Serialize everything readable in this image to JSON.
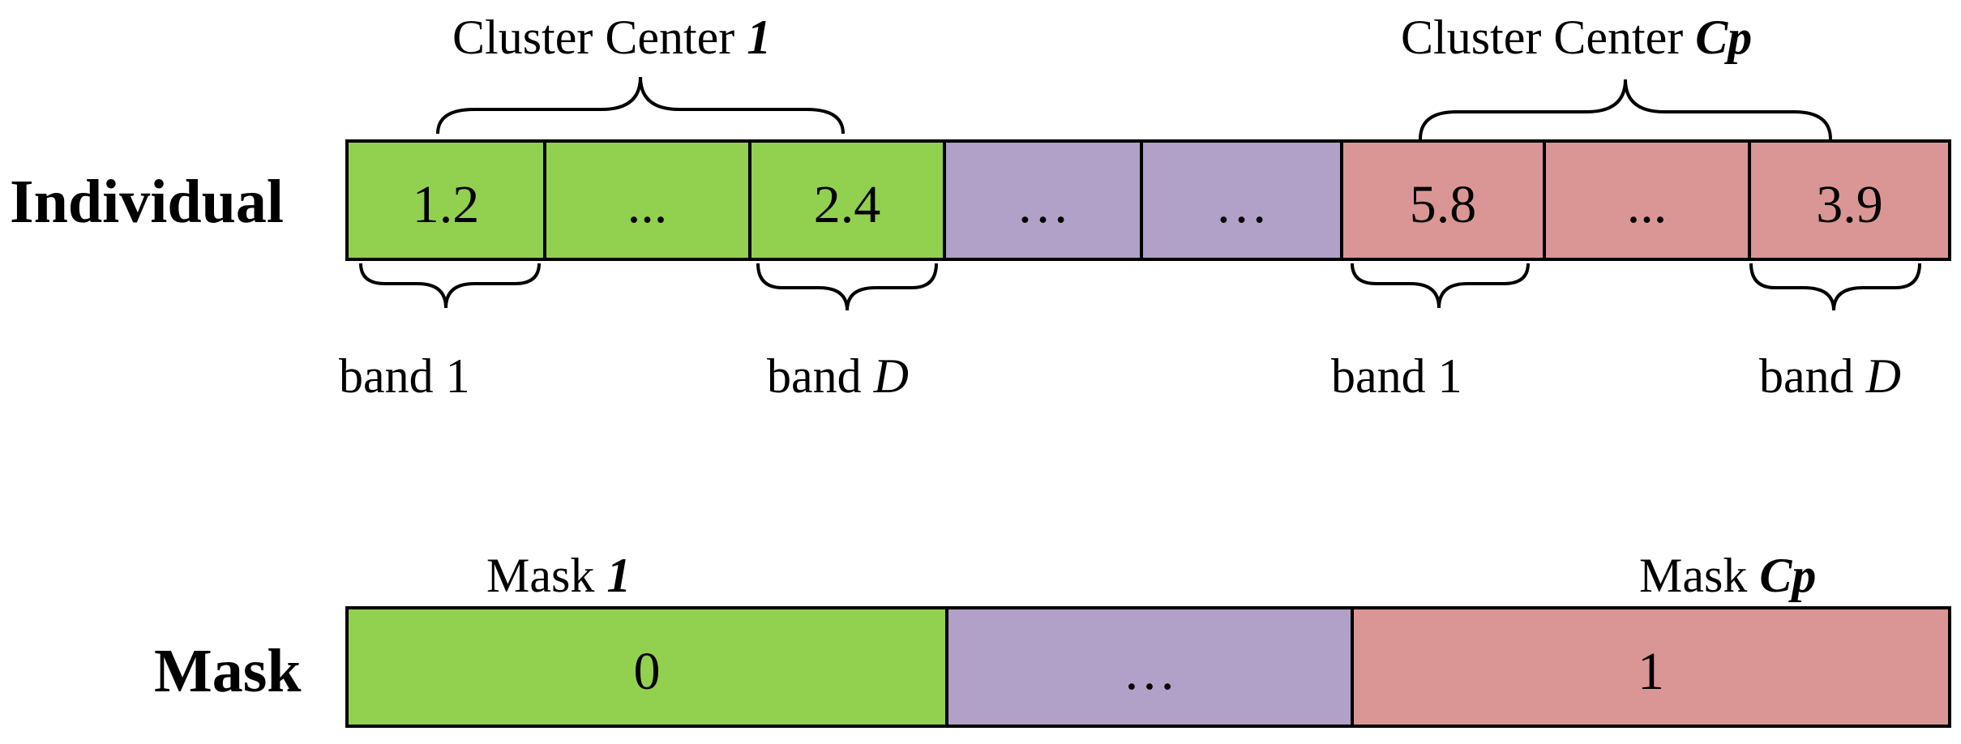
{
  "colors": {
    "green": "#92d050",
    "purple": "#b1a0c7",
    "red": "#da9694",
    "outline": "#000000"
  },
  "individual": {
    "row_label": "Individual",
    "cells": [
      {
        "text": "1.2",
        "color": "green"
      },
      {
        "text": "...",
        "color": "green"
      },
      {
        "text": "2.4",
        "color": "green"
      },
      {
        "text": "…",
        "color": "purple"
      },
      {
        "text": "…",
        "color": "purple"
      },
      {
        "text": "5.8",
        "color": "red"
      },
      {
        "text": "...",
        "color": "red"
      },
      {
        "text": "3.9",
        "color": "red"
      }
    ],
    "cluster_first": {
      "prefix": "Cluster Center ",
      "id": "1"
    },
    "cluster_last": {
      "prefix": "Cluster Center ",
      "id": "Cp"
    },
    "band_labels": [
      {
        "prefix": "band ",
        "id": "1",
        "italic": false
      },
      {
        "prefix": "band ",
        "id": "D",
        "italic": true
      },
      {
        "prefix": "band ",
        "id": "1",
        "italic": false
      },
      {
        "prefix": "band ",
        "id": "D",
        "italic": true
      }
    ]
  },
  "mask": {
    "row_label": "Mask",
    "cells": [
      {
        "text": "0",
        "color": "green"
      },
      {
        "text": "…",
        "color": "purple"
      },
      {
        "text": "1",
        "color": "red"
      }
    ],
    "label_first": {
      "prefix": "Mask ",
      "id": "1"
    },
    "label_last": {
      "prefix": "Mask ",
      "id": "Cp"
    }
  }
}
